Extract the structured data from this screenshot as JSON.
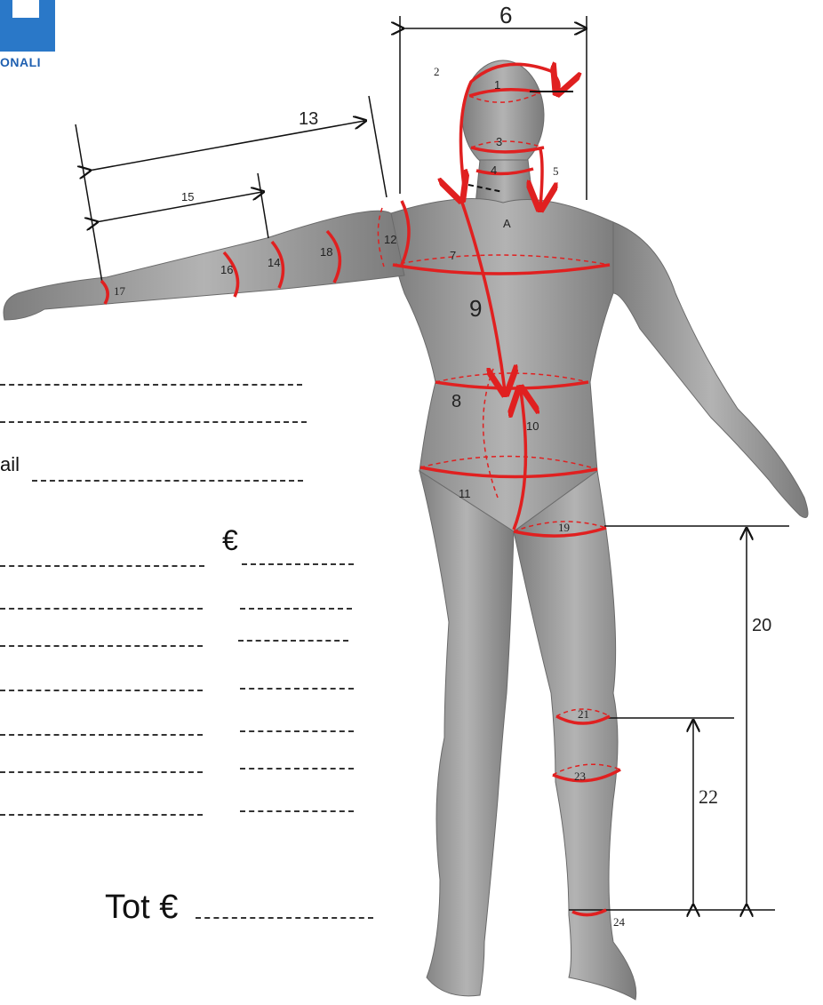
{
  "logo": {
    "text": "ONALI",
    "color": "#2a78c8"
  },
  "form": {
    "email_label": "ail",
    "currency_symbol": "€",
    "total_label": "Tot €"
  },
  "measurements": {
    "m1": "1",
    "m2": "2",
    "m3": "3",
    "m4": "4",
    "m5": "5",
    "m6": "6",
    "m7": "7",
    "m8": "8",
    "m9": "9",
    "m10": "10",
    "m11": "11",
    "m12": "12",
    "m13": "13",
    "m14": "14",
    "m15": "15",
    "m16": "16",
    "m17": "17",
    "m18": "18",
    "m19": "19",
    "m20": "20",
    "m21": "21",
    "m22": "22",
    "m23": "23",
    "m24": "24",
    "pointA": "A"
  },
  "colors": {
    "measure": "#e02020",
    "body": "#9a9a9a",
    "lines": "#111111"
  }
}
